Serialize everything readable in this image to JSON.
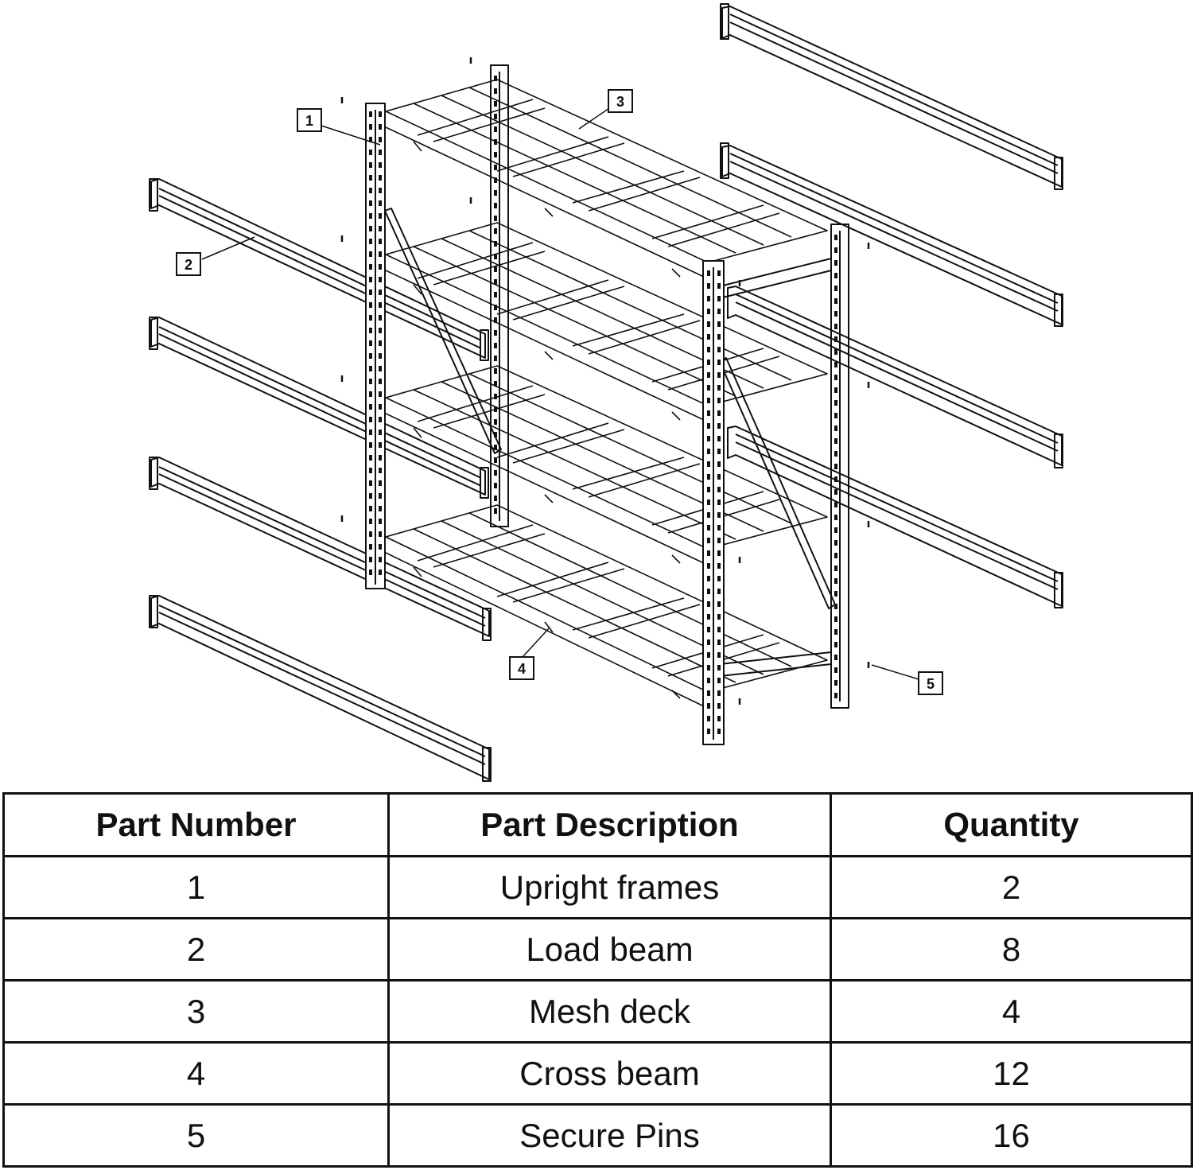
{
  "diagram": {
    "callouts": [
      {
        "label": "1"
      },
      {
        "label": "2"
      },
      {
        "label": "3"
      },
      {
        "label": "4"
      },
      {
        "label": "5"
      }
    ]
  },
  "table": {
    "headers": [
      "Part Number",
      "Part Description",
      "Quantity"
    ],
    "rows": [
      {
        "number": "1",
        "description": "Upright frames",
        "quantity": "2"
      },
      {
        "number": "2",
        "description": "Load beam",
        "quantity": "8"
      },
      {
        "number": "3",
        "description": "Mesh deck",
        "quantity": "4"
      },
      {
        "number": "4",
        "description": "Cross beam",
        "quantity": "12"
      },
      {
        "number": "5",
        "description": "Secure Pins",
        "quantity": "16"
      }
    ]
  }
}
